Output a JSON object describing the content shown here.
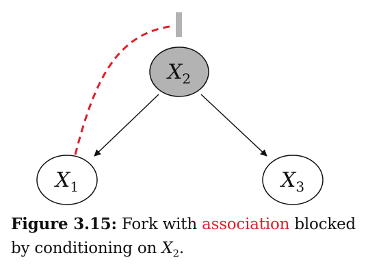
{
  "nodes": [
    {
      "id": "x1",
      "base": "X",
      "subscript": "1",
      "fill": "#ffffff"
    },
    {
      "id": "x2",
      "base": "X",
      "subscript": "2",
      "fill": "#b3b3b3"
    },
    {
      "id": "x3",
      "base": "X",
      "subscript": "3",
      "fill": "#ffffff"
    }
  ],
  "edges": [
    {
      "from": "X2",
      "to": "X1",
      "style": "arrow"
    },
    {
      "from": "X2",
      "to": "X3",
      "style": "arrow"
    }
  ],
  "association_path": {
    "color": "#e01e2a",
    "blocked_marker_color": "#b3b3b3"
  },
  "caption": {
    "figure_label": "Figure 3.15:",
    "pre": "Fork with ",
    "highlight": "association",
    "post": " blocked by conditioning on ",
    "math_base": "X",
    "math_sub": "2",
    "end": "."
  }
}
